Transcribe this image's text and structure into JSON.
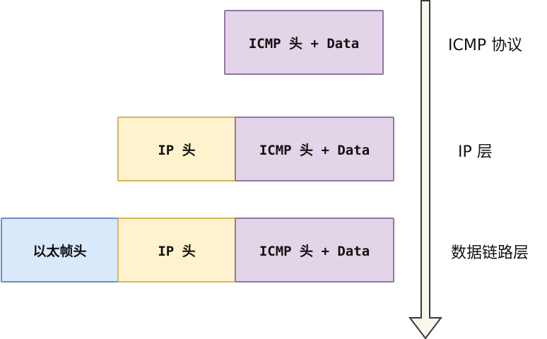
{
  "rows": [
    {
      "layer_label": "ICMP 协议",
      "segments": [
        "ICMP 头 + Data"
      ]
    },
    {
      "layer_label": "IP 层",
      "segments": [
        "IP 头",
        "ICMP 头 + Data"
      ]
    },
    {
      "layer_label": "数据链路层",
      "segments": [
        "以太帧头",
        "IP 头",
        "ICMP 头 + Data"
      ]
    }
  ],
  "colors": {
    "icmp_fill": "#e1d5e7",
    "icmp_stroke": "#9673a6",
    "ip_fill": "#fff2cc",
    "ip_stroke": "#d6b656",
    "ethernet_fill": "#dae8fc",
    "ethernet_stroke": "#6c8ebf",
    "arrow_fill": "#f9f7ed",
    "arrow_stroke": "#36393d"
  }
}
